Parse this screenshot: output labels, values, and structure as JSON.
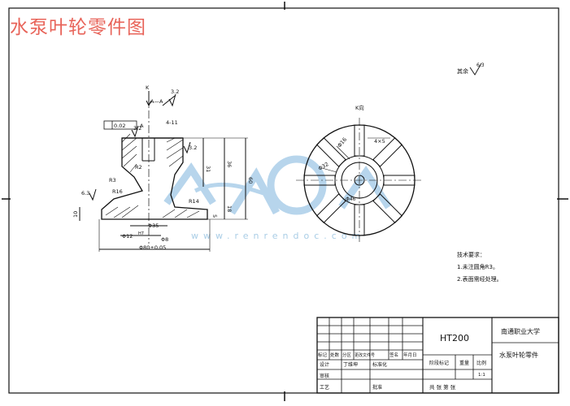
{
  "page_title": "水泵叶轮零件图",
  "watermark": {
    "url": "www.renrendoc.com"
  },
  "surface_note": {
    "label": "其余",
    "value": "6.3"
  },
  "view_label": "K向",
  "arrow_label": "K",
  "section_label": "A—A",
  "drawing": {
    "flatness_tolerance": "0.02",
    "flatness_datum": "A",
    "roughness_top": "3.2",
    "roughness_side": "3.2",
    "roughness_left": "6.3",
    "roughness_mid": "3.2",
    "rib_spec": "4-11",
    "dim_31": "31",
    "dim_36": "36",
    "dim_60": "60",
    "dim_18": "18",
    "dim_10": "10",
    "dim_5": "5",
    "dim_r3": "R3",
    "dim_r2": "R2",
    "dim_r16": "R16",
    "dim_r14": "R14",
    "dim_d35": "Φ35",
    "dim_d12": "Φ12",
    "dim_d12_tol": "H7",
    "dim_d8": "Φ8",
    "dim_d80": "Φ80±0.05",
    "view_d32": "Φ32",
    "view_d16": "Φ16",
    "view_d46": "Φ46",
    "view_key": "4×5"
  },
  "technical_requirements": {
    "heading": "技术要求：",
    "items": [
      "1.未注圆角R3。",
      "2.表面需经处理。"
    ]
  },
  "title_block": {
    "material": "HT200",
    "school": "南通职业大学",
    "part_name": "水泵叶轮零件",
    "rev_headers": [
      "标记",
      "处数",
      "分区",
      "更改文件号",
      "签名",
      "年月日"
    ],
    "design_label": "设计",
    "design_name": "丁维坤",
    "std_label": "标准化",
    "review_label": "审核",
    "process_label": "工艺",
    "approve_label": "批准",
    "stage_label": "阶段标记",
    "weight_label": "重量",
    "scale_label": "比例",
    "scale_value": "1:1",
    "sheet_info": "共 张 第 张"
  }
}
